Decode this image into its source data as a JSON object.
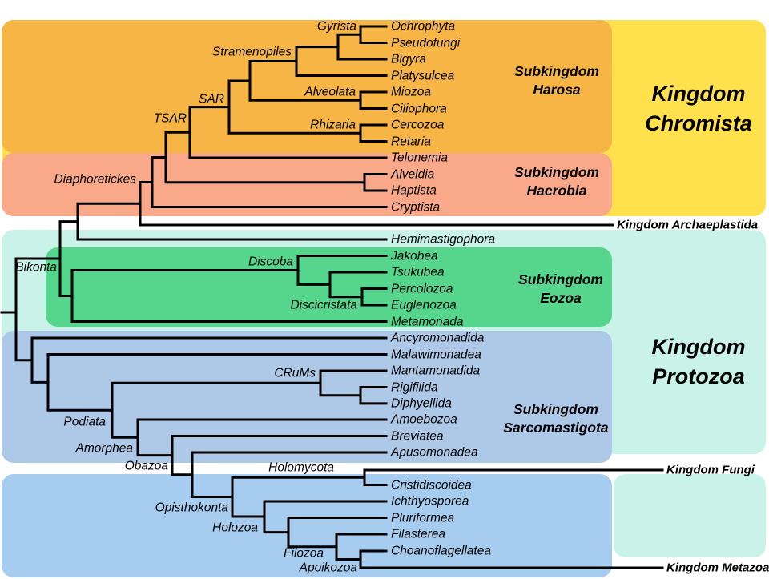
{
  "colors": {
    "chromista_bg": "#FFE14E",
    "harosa_bg": "#F6B545",
    "hacrobia_bg": "#F9A98A",
    "protozoa_bg": "#C9F2E9",
    "eozoa_bg": "#55D68C",
    "sarcomastigota_bg": "#AEC9E8",
    "opisthokont_bg": "#A6CCF0",
    "line_color": "#000000"
  },
  "taxa": {
    "ochrophyta": "Ochrophyta",
    "pseudofungi": "Pseudofungi",
    "bigyra": "Bigyra",
    "platysulcea": "Platysulcea",
    "miozoa": "Miozoa",
    "ciliophora": "Ciliophora",
    "cercozoa": "Cercozoa",
    "retaria": "Retaria",
    "telonemia": "Telonemia",
    "alveidia": "Alveidia",
    "haptista": "Haptista",
    "cryptista": "Cryptista",
    "hemimastigophora": "Hemimastigophora",
    "jakobea": "Jakobea",
    "tsukubea": "Tsukubea",
    "percolozoa": "Percolozoa",
    "euglenozoa": "Euglenozoa",
    "metamonada": "Metamonada",
    "ancyromonadida": "Ancyromonadida",
    "malawimonadea": "Malawimonadea",
    "mantamonadida": "Mantamonadida",
    "rigifilida": "Rigifilida",
    "diphyellida": "Diphyellida",
    "amoebozoa": "Amoebozoa",
    "breviatea": "Breviatea",
    "apusomonadea": "Apusomonadea",
    "cristidiscoidea": "Cristidiscoidea",
    "ichthyosporea": "Ichthyosporea",
    "pluriformea": "Pluriformea",
    "filasterea": "Filasterea",
    "choanoflagellatea": "Choanoflagellatea"
  },
  "clades": {
    "gyrista": "Gyrista",
    "stramenopiles": "Stramenopiles",
    "alveolata": "Alveolata",
    "rhizaria": "Rhizaria",
    "sar": "SAR",
    "tsar": "TSAR",
    "diaphoretickes": "Diaphoretickes",
    "bikonta": "Bikonta",
    "discoba": "Discoba",
    "discicristata": "Discicristata",
    "crums": "CRuMs",
    "podiata": "Podiata",
    "amorphea": "Amorphea",
    "obazoa": "Obazoa",
    "holomycota": "Holomycota",
    "opisthokonta": "Opisthokonta",
    "holozoa": "Holozoa",
    "filozoa": "Filozoa",
    "apoikozoa": "Apoikozoa"
  },
  "subkingdoms": {
    "harosa": {
      "prefix": "Subkingdom",
      "name": "Harosa"
    },
    "hacrobia": {
      "prefix": "Subkingdom",
      "name": "Hacrobia"
    },
    "eozoa": {
      "prefix": "Subkingdom",
      "name": "Eozoa"
    },
    "sarcomastigota": {
      "prefix": "Subkingdom",
      "name": "Sarcomastigota"
    }
  },
  "kingdoms": {
    "chromista": {
      "prefix": "Kingdom",
      "name": "Chromista"
    },
    "protozoa": {
      "prefix": "Kingdom",
      "name": "Protozoa"
    },
    "archaeplastida": "Kingdom Archaeplastida",
    "fungi": "Kingdom Fungi",
    "metazoa": "Kingdom Metazoa"
  }
}
